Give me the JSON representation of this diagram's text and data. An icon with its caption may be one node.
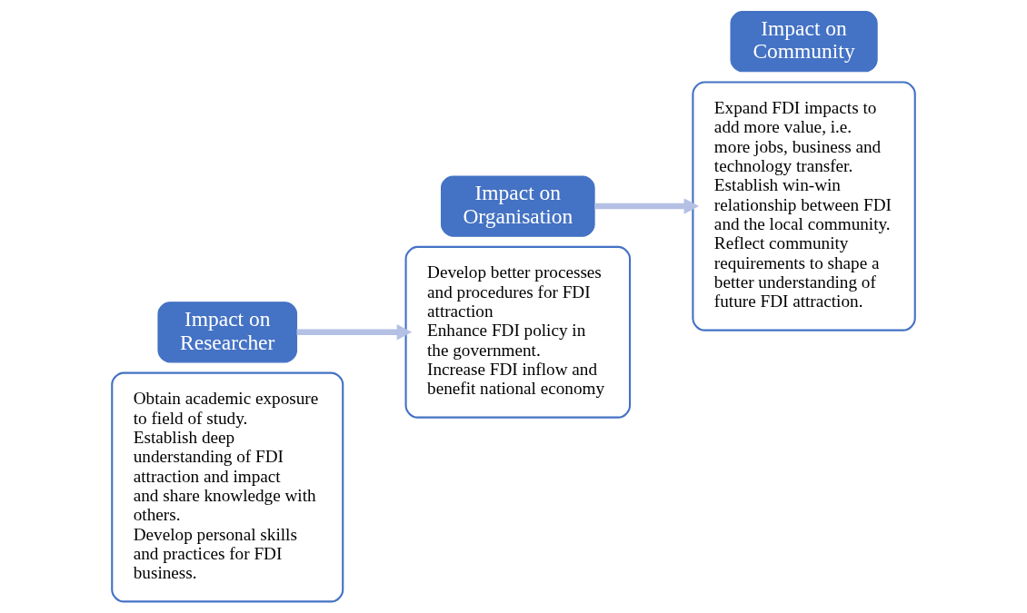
{
  "diagram": {
    "nodes": [
      {
        "text": [
          "Obtain academic exposure to field of study.",
          "Establish deep understanding of FDI attraction and impact and share knowledge with others.",
          "Develop personal skills and practices for FDI business."
        ]
      },
      {
        "text": [
          "Impact on Researcher"
        ]
      },
      {
        "text": [
          "Impact on Organisation"
        ]
      },
      {
        "text": [
          "Develop better processes and procedures for FDI attraction",
          "Enhance FDI policy in the government.",
          "Increase FDI inflow and benefit national economy"
        ]
      },
      {
        "text": [
          "Expand FDI impacts to add more value, i.e. more jobs, business and technology transfer.",
          "Establish win-win relationship between FDI and the local community.",
          "Reflect community requirements to shape a better understanding of future FDI attraction."
        ]
      },
      {
        "text": [
          "Impact on Community"
        ]
      }
    ],
    "edges": [
      {
        "from": 1,
        "to": 3,
        "arrow": "to"
      },
      {
        "from": 2,
        "to": 4,
        "arrow": "to"
      }
    ]
  }
}
